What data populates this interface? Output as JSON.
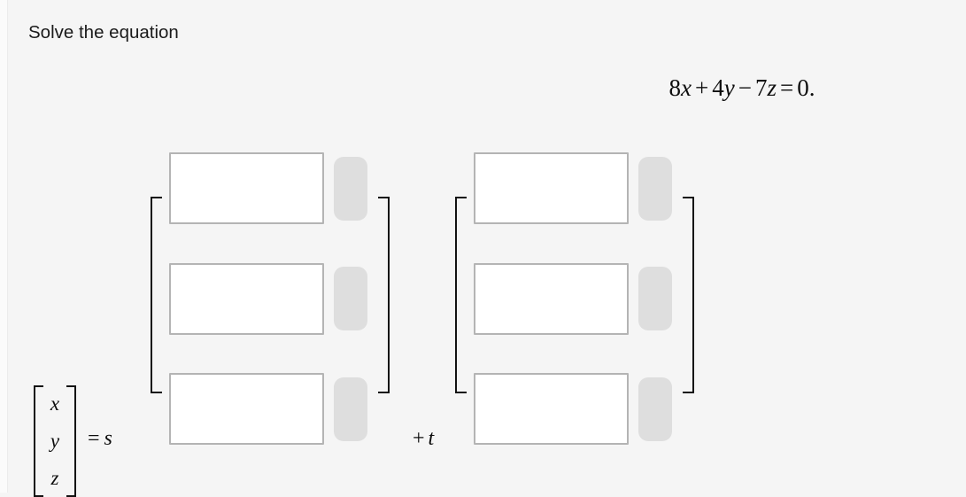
{
  "page": {
    "background_color": "#f5f5f5",
    "prompt": "Solve the equation"
  },
  "equation": {
    "latex": "8x + 4y - 7z = 0.",
    "tokens": [
      {
        "t": "8",
        "k": "mn"
      },
      {
        "t": "x",
        "k": "mi"
      },
      {
        "t": "+",
        "k": "mo"
      },
      {
        "t": "4",
        "k": "mn"
      },
      {
        "t": "y",
        "k": "mi"
      },
      {
        "t": "−",
        "k": "mo"
      },
      {
        "t": "7",
        "k": "mn"
      },
      {
        "t": "z",
        "k": "mi"
      },
      {
        "t": "=",
        "k": "mo"
      },
      {
        "t": "0.",
        "k": "mn"
      }
    ]
  },
  "solution": {
    "lhs_vector": {
      "entries": [
        "x",
        "y",
        "z"
      ],
      "bracket_color": "#121212"
    },
    "equals_symbol": "=",
    "first_scalar": "s",
    "plus_symbol": "+",
    "second_scalar": "t",
    "matrices": [
      {
        "name": "s-vector",
        "scalar": "s",
        "inputs": [
          {
            "value": "",
            "placeholder": ""
          },
          {
            "value": "",
            "placeholder": ""
          },
          {
            "value": "",
            "placeholder": ""
          }
        ]
      },
      {
        "name": "t-vector",
        "scalar": "t",
        "inputs": [
          {
            "value": "",
            "placeholder": ""
          },
          {
            "value": "",
            "placeholder": ""
          },
          {
            "value": "",
            "placeholder": ""
          }
        ]
      }
    ],
    "input_border_color": "#b4b4b4",
    "input_fill_color": "#ffffff",
    "handle_color": "#dedede"
  }
}
